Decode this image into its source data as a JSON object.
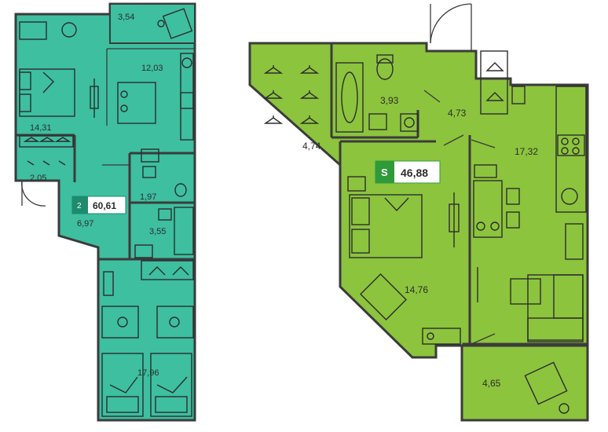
{
  "colors": {
    "plan_a_fill": "#3dbfa0",
    "plan_b_fill": "#8cc43d",
    "plan_a_badge": "#1e8a6e",
    "plan_b_badge": "#2f9a3a",
    "wall": "#3b3b3b"
  },
  "plan_a": {
    "badge": {
      "code": "2",
      "area": "60,61"
    },
    "rooms": [
      {
        "id": "balcony",
        "label": "3,54"
      },
      {
        "id": "kitchen",
        "label": "12,03"
      },
      {
        "id": "bedroom1",
        "label": "14,31"
      },
      {
        "id": "wardrobe1",
        "label": "2,05"
      },
      {
        "id": "wc",
        "label": "1,97"
      },
      {
        "id": "hall",
        "label": "6,97"
      },
      {
        "id": "bath",
        "label": "3,55"
      },
      {
        "id": "bedroom2",
        "label": "17,96"
      }
    ]
  },
  "plan_b": {
    "badge": {
      "code": "S",
      "area": "46,88"
    },
    "rooms": [
      {
        "id": "wardrobe",
        "label": "4,74"
      },
      {
        "id": "bath",
        "label": "3,93"
      },
      {
        "id": "hall",
        "label": "4,73"
      },
      {
        "id": "kitchen_living",
        "label": "17,32"
      },
      {
        "id": "bedroom",
        "label": "14,76"
      },
      {
        "id": "balcony",
        "label": "4,65"
      }
    ]
  }
}
